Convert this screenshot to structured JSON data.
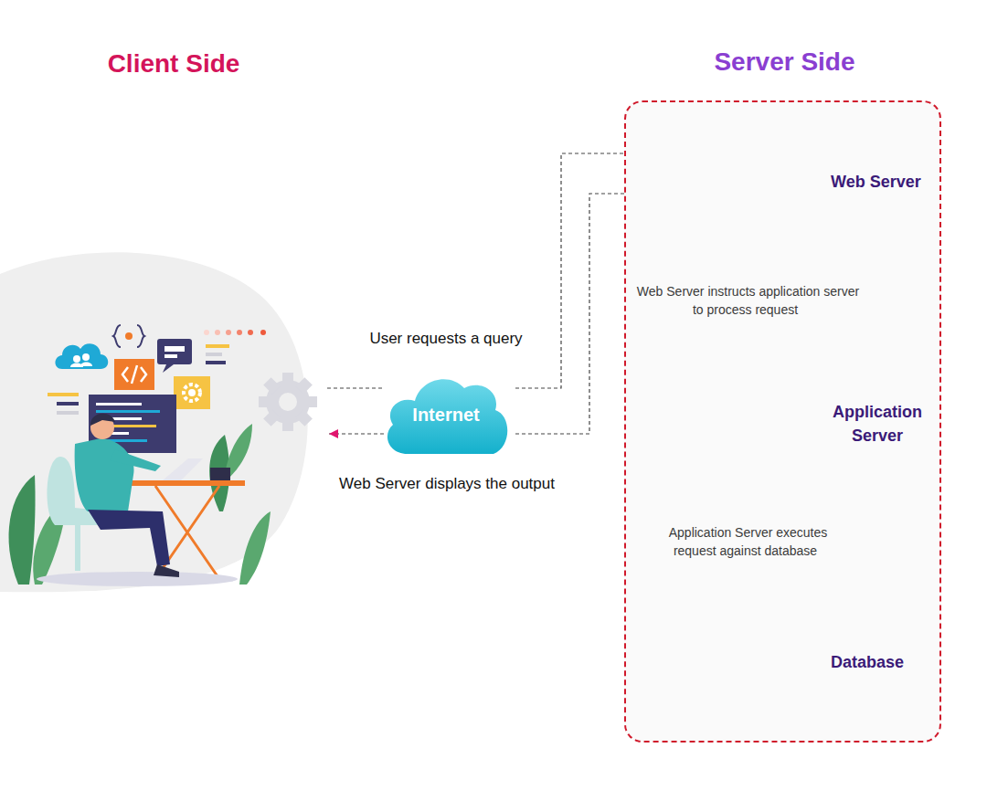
{
  "diagram": {
    "nodes": [
      {
        "text": [
          "Server Side"
        ]
      },
      {
        "text": [
          "Web Server"
        ],
        "in": 0
      },
      {
        "text": [
          "Application Server"
        ],
        "in": 0
      },
      {
        "text": [
          "Database"
        ],
        "in": 0
      },
      {
        "text": [
          "Internet"
        ]
      }
    ],
    "edges": [
      {
        "from": 4,
        "to": 1,
        "arrow": "to"
      },
      {
        "from": 1,
        "to": 4,
        "arrow": "none"
      },
      {
        "from": 1,
        "to": 2,
        "label": "Web Server instructs application server to process request",
        "arrow": "both"
      },
      {
        "from": 2,
        "to": 3,
        "label": "Application Server executes request against database",
        "arrow": "both"
      }
    ],
    "labels": [
      "Client Side",
      "User requests a query",
      "Web Server displays the output"
    ]
  }
}
